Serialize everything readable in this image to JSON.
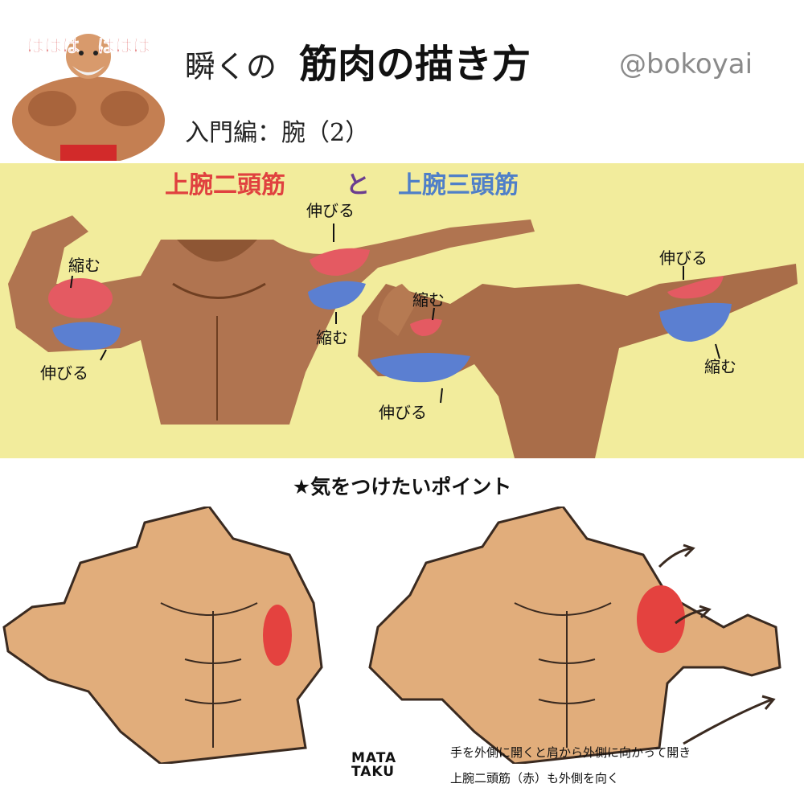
{
  "header": {
    "mascot_text": "ははは　ははは",
    "title_prefix": "瞬くの",
    "title_main": "筋肉の描き方",
    "handle": "@bokoyai",
    "subtitle": "入門編：腕（2）"
  },
  "diagram": {
    "heading_biceps": "上腕二頭筋",
    "heading_and": "と",
    "heading_triceps": "上腕三頭筋",
    "labels": {
      "a_contract": "縮む",
      "a_stretch": "伸びる",
      "b_stretch": "伸びる",
      "b_contract": "縮む",
      "c_contract": "縮む",
      "c_stretch": "伸びる",
      "d_stretch": "伸びる",
      "d_contract": "縮む"
    },
    "colors": {
      "biceps": "#e0413f",
      "triceps": "#4f7fc8",
      "panel": "#f2ec9c",
      "skin": "#b07450"
    }
  },
  "tips": {
    "heading": "★気をつけたいポイント",
    "note_line1": "手を外側に開くと肩から外側に向かって開き",
    "note_line2": "上腕二頭筋（赤）も外側を向く",
    "signature_line1": "MATA",
    "signature_line2": "TAKU"
  }
}
